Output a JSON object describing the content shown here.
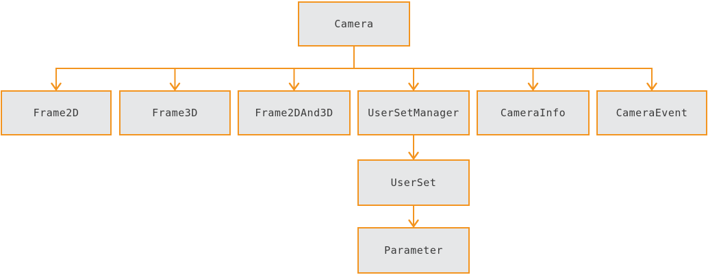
{
  "diagram": {
    "colors": {
      "node_border": "#F3941F",
      "node_fill": "#E6E7E8",
      "connector": "#F3941F",
      "text": "#3A3A3A",
      "background": "#FFFFFF"
    },
    "nodes": [
      {
        "id": "camera",
        "label": "Camera"
      },
      {
        "id": "frame2d",
        "label": "Frame2D"
      },
      {
        "id": "frame3d",
        "label": "Frame3D"
      },
      {
        "id": "frame2dand3d",
        "label": "Frame2DAnd3D"
      },
      {
        "id": "usersetmanager",
        "label": "UserSetManager"
      },
      {
        "id": "camerainfo",
        "label": "CameraInfo"
      },
      {
        "id": "cameraevent",
        "label": "CameraEvent"
      },
      {
        "id": "userset",
        "label": "UserSet"
      },
      {
        "id": "parameter",
        "label": "Parameter"
      }
    ],
    "edges": [
      {
        "from": "camera",
        "to": "frame2d"
      },
      {
        "from": "camera",
        "to": "frame3d"
      },
      {
        "from": "camera",
        "to": "frame2dand3d"
      },
      {
        "from": "camera",
        "to": "usersetmanager"
      },
      {
        "from": "camera",
        "to": "camerainfo"
      },
      {
        "from": "camera",
        "to": "cameraevent"
      },
      {
        "from": "usersetmanager",
        "to": "userset"
      },
      {
        "from": "userset",
        "to": "parameter"
      }
    ]
  }
}
